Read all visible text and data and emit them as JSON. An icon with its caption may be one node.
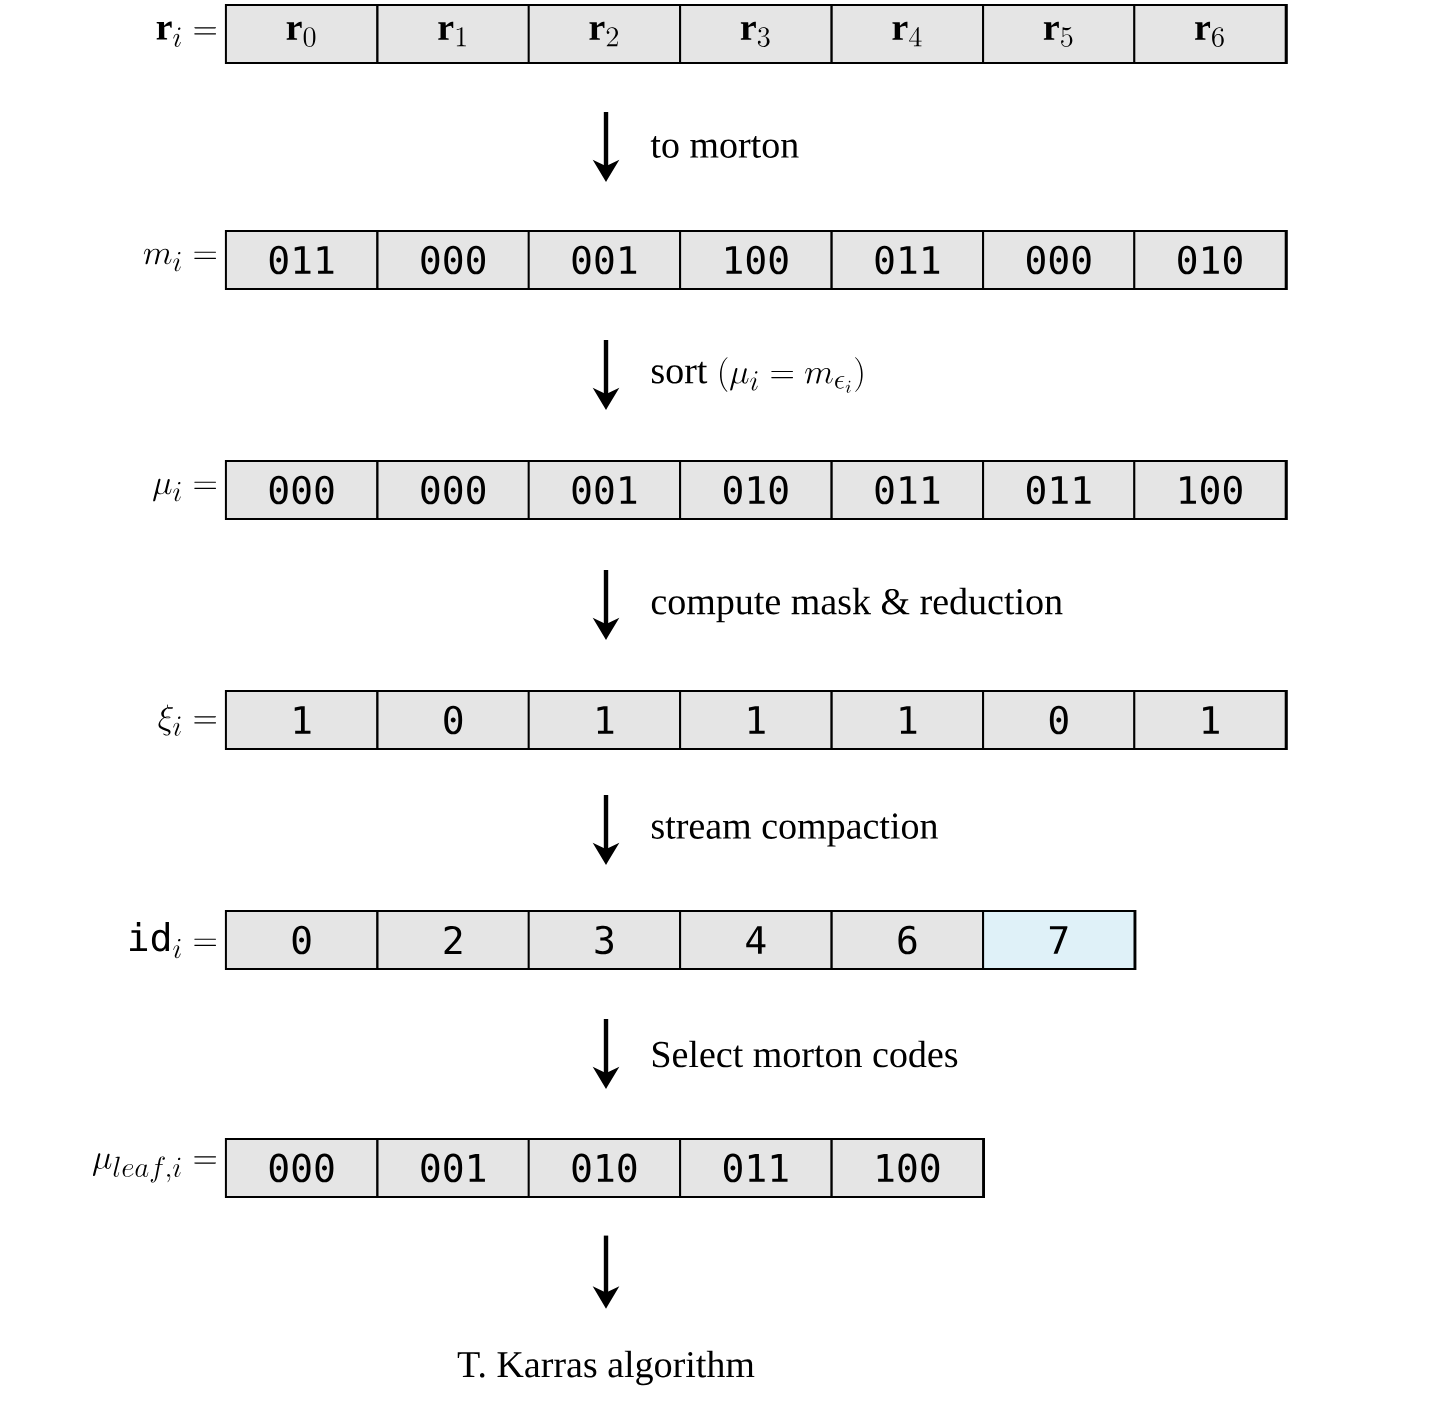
{
  "diagram": {
    "nodes": [
      {
        "text": [
          "\\mathbf{r}_i ="
        ]
      },
      {
        "text": [
          "\\mathbf{r}_0"
        ],
        "in": 0
      },
      {
        "text": [
          "\\mathbf{r}_1"
        ],
        "in": 0
      },
      {
        "text": [
          "\\mathbf{r}_2"
        ],
        "in": 0
      },
      {
        "text": [
          "\\mathbf{r}_3"
        ],
        "in": 0
      },
      {
        "text": [
          "\\mathbf{r}_4"
        ],
        "in": 0
      },
      {
        "text": [
          "\\mathbf{r}_5"
        ],
        "in": 0
      },
      {
        "text": [
          "\\mathbf{r}_6"
        ],
        "in": 0
      },
      {
        "text": [
          "m_i ="
        ]
      },
      {
        "text": [
          "011"
        ],
        "in": 8
      },
      {
        "text": [
          "000"
        ],
        "in": 8
      },
      {
        "text": [
          "001"
        ],
        "in": 8
      },
      {
        "text": [
          "100"
        ],
        "in": 8
      },
      {
        "text": [
          "011"
        ],
        "in": 8
      },
      {
        "text": [
          "000"
        ],
        "in": 8
      },
      {
        "text": [
          "010"
        ],
        "in": 8
      },
      {
        "text": [
          "\\mu_i ="
        ]
      },
      {
        "text": [
          "000"
        ],
        "in": 16
      },
      {
        "text": [
          "000"
        ],
        "in": 16
      },
      {
        "text": [
          "001"
        ],
        "in": 16
      },
      {
        "text": [
          "010"
        ],
        "in": 16
      },
      {
        "text": [
          "011"
        ],
        "in": 16
      },
      {
        "text": [
          "011"
        ],
        "in": 16
      },
      {
        "text": [
          "100"
        ],
        "in": 16
      },
      {
        "text": [
          "\\xi_i ="
        ]
      },
      {
        "text": [
          "1"
        ],
        "in": 24
      },
      {
        "text": [
          "0"
        ],
        "in": 24
      },
      {
        "text": [
          "1"
        ],
        "in": 24
      },
      {
        "text": [
          "1"
        ],
        "in": 24
      },
      {
        "text": [
          "1"
        ],
        "in": 24
      },
      {
        "text": [
          "0"
        ],
        "in": 24
      },
      {
        "text": [
          "1"
        ],
        "in": 24
      },
      {
        "text": [
          "\\texttt{id}_i ="
        ]
      },
      {
        "text": [
          "0"
        ],
        "in": 32
      },
      {
        "text": [
          "2"
        ],
        "in": 32
      },
      {
        "text": [
          "3"
        ],
        "in": 32
      },
      {
        "text": [
          "4"
        ],
        "in": 32
      },
      {
        "text": [
          "6"
        ],
        "in": 32
      },
      {
        "text": [
          "7"
        ],
        "in": 32
      },
      {
        "text": [
          "\\mu_{leaf,i} ="
        ]
      },
      {
        "text": [
          "000"
        ],
        "in": 39
      },
      {
        "text": [
          "001"
        ],
        "in": 39
      },
      {
        "text": [
          "010"
        ],
        "in": 39
      },
      {
        "text": [
          "011"
        ],
        "in": 39
      },
      {
        "text": [
          "100"
        ],
        "in": 39
      },
      {
        "text": [
          "T. Karras algorithm"
        ]
      }
    ],
    "edges": [
      {
        "from": 0,
        "to": 8,
        "arrow": "to",
        "label": "to morton"
      },
      {
        "from": 8,
        "to": 16,
        "arrow": "to",
        "label": "\\mathrm{sort}\\ (\\mu_i = m_{\\epsilon_i})"
      },
      {
        "from": 16,
        "to": 24,
        "arrow": "to",
        "label": "compute mask & reduction"
      },
      {
        "from": 24,
        "to": 32,
        "arrow": "to",
        "label": "stream compaction"
      },
      {
        "from": 32,
        "to": 39,
        "arrow": "to",
        "label": "Select morton codes"
      },
      {
        "from": 39,
        "to": 45,
        "arrow": "to"
      }
    ]
  }
}
